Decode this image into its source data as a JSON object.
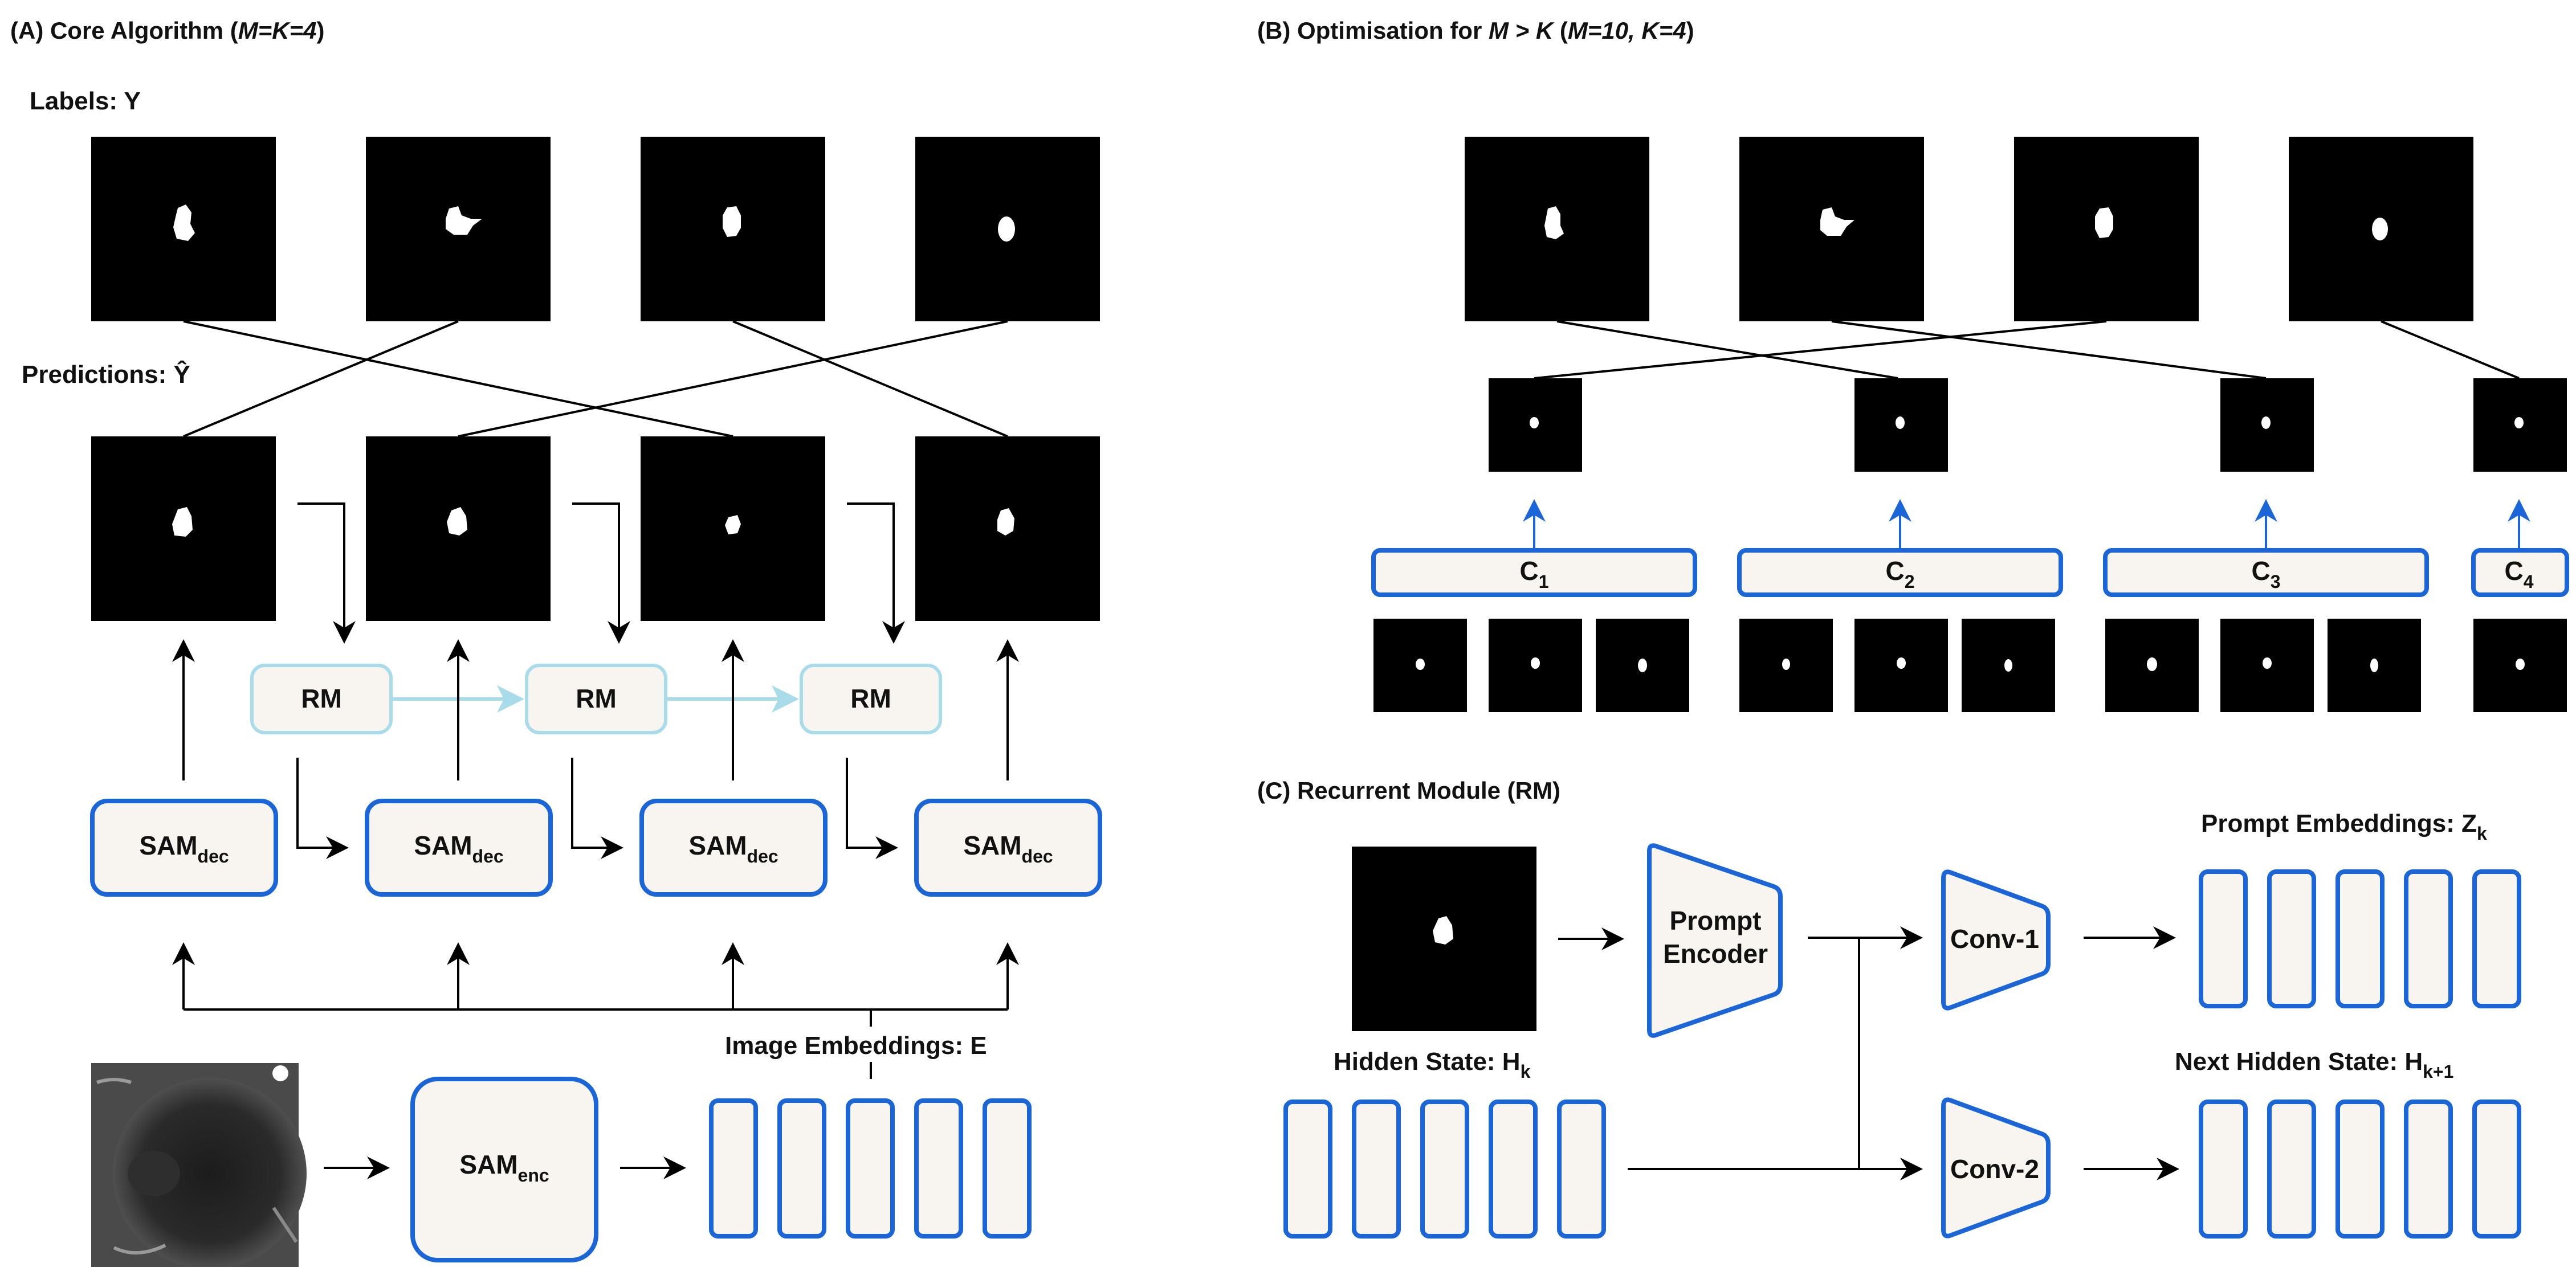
{
  "panel_a": {
    "title": "(A) Core Algorithm (",
    "title_math": "M=K=4",
    "title_end": ")",
    "labels_heading": "Labels: Y",
    "predictions_heading": "Predictions: Ŷ",
    "rm_label": "RM",
    "sam_dec_main": "SAM",
    "sam_dec_sub": "dec",
    "sam_enc_main": "SAM",
    "sam_enc_sub": "enc",
    "image_embeddings_label": "Image Embeddings: E"
  },
  "panel_b": {
    "title": "(B) Optimisation for ",
    "title_math": "M > K",
    "title_mid": " (",
    "title_math2": "M=10, K=4",
    "title_end": ")",
    "clusters": [
      {
        "main": "C",
        "sub": "1"
      },
      {
        "main": "C",
        "sub": "2"
      },
      {
        "main": "C",
        "sub": "3"
      },
      {
        "main": "C",
        "sub": "4"
      }
    ]
  },
  "panel_c": {
    "title": "(C) Recurrent Module (RM)",
    "prompt_encoder_line1": "Prompt",
    "prompt_encoder_line2": "Encoder",
    "conv1": "Conv-1",
    "conv2": "Conv-2",
    "hidden_state_main": "Hidden State: H",
    "hidden_state_sub": "k",
    "prompt_embeddings_main": "Prompt Embeddings: Z",
    "prompt_embeddings_sub": "k",
    "next_hidden_main": "Next Hidden State: H",
    "next_hidden_sub": "k+1"
  },
  "colors": {
    "accent_blue": "#1a66d9",
    "rm_light_blue": "#a8dcea",
    "box_fill": "#f8f4f0"
  }
}
